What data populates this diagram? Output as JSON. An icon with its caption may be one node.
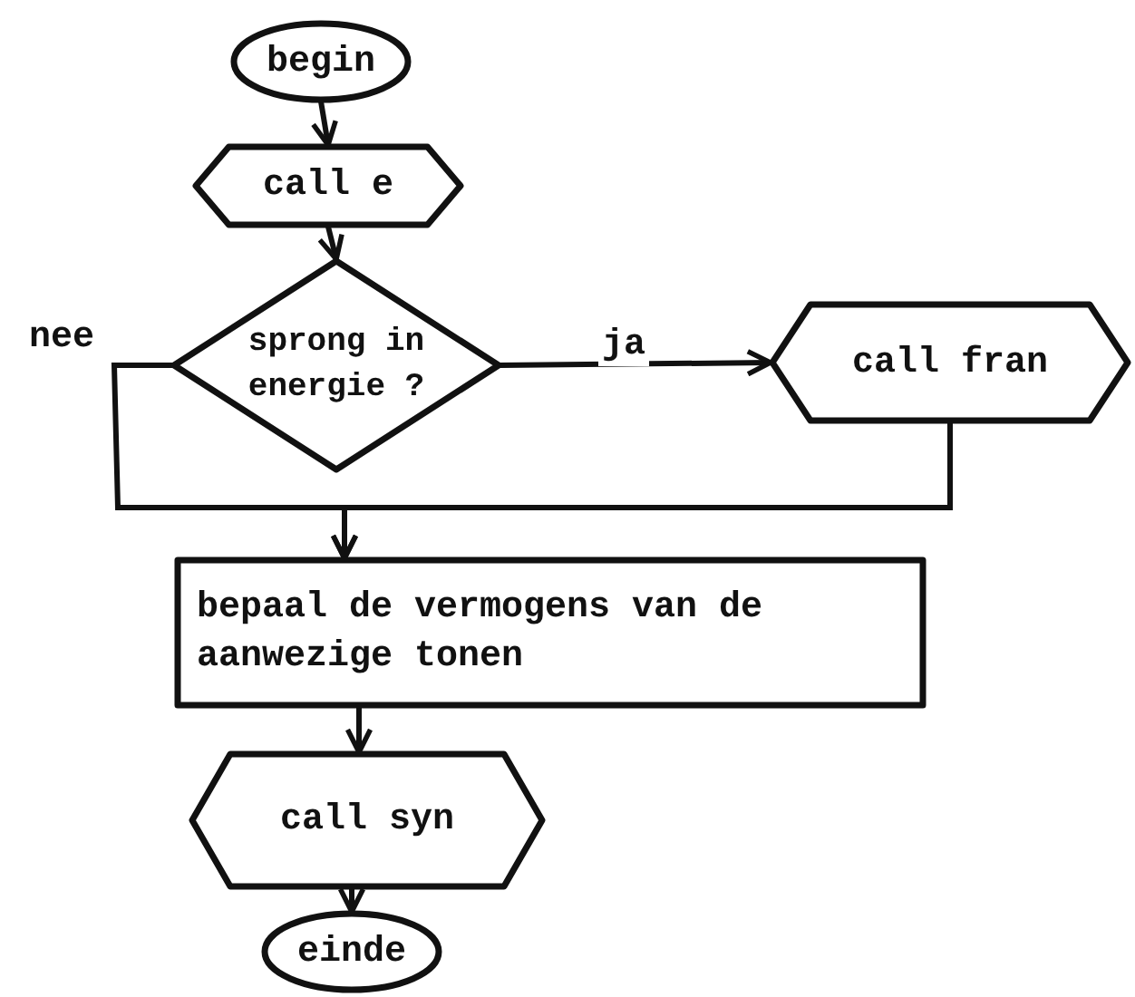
{
  "diagram": {
    "nodes": [
      {
        "text": [
          "begin"
        ]
      },
      {
        "text": [
          "call e"
        ]
      },
      {
        "text": [
          "sprong in energie ?"
        ]
      },
      {
        "text": [
          "call fran"
        ]
      },
      {
        "text": [
          "bepaal de vermogens van de aanwezige tonen"
        ]
      },
      {
        "text": [
          "call syn"
        ]
      },
      {
        "text": [
          "einde"
        ]
      }
    ],
    "edges": [
      {
        "from": 0,
        "to": 1,
        "arrow": "to"
      },
      {
        "from": 1,
        "to": 2,
        "arrow": "to"
      },
      {
        "from": 2,
        "to": 3,
        "arrow": "to",
        "label": "ja"
      },
      {
        "from": 2,
        "to": 4,
        "arrow": "to",
        "label": "nee"
      },
      {
        "from": 3,
        "to": 4,
        "arrow": "to"
      },
      {
        "from": 4,
        "to": 5,
        "arrow": "to"
      },
      {
        "from": 5,
        "to": 6,
        "arrow": "to"
      }
    ]
  }
}
